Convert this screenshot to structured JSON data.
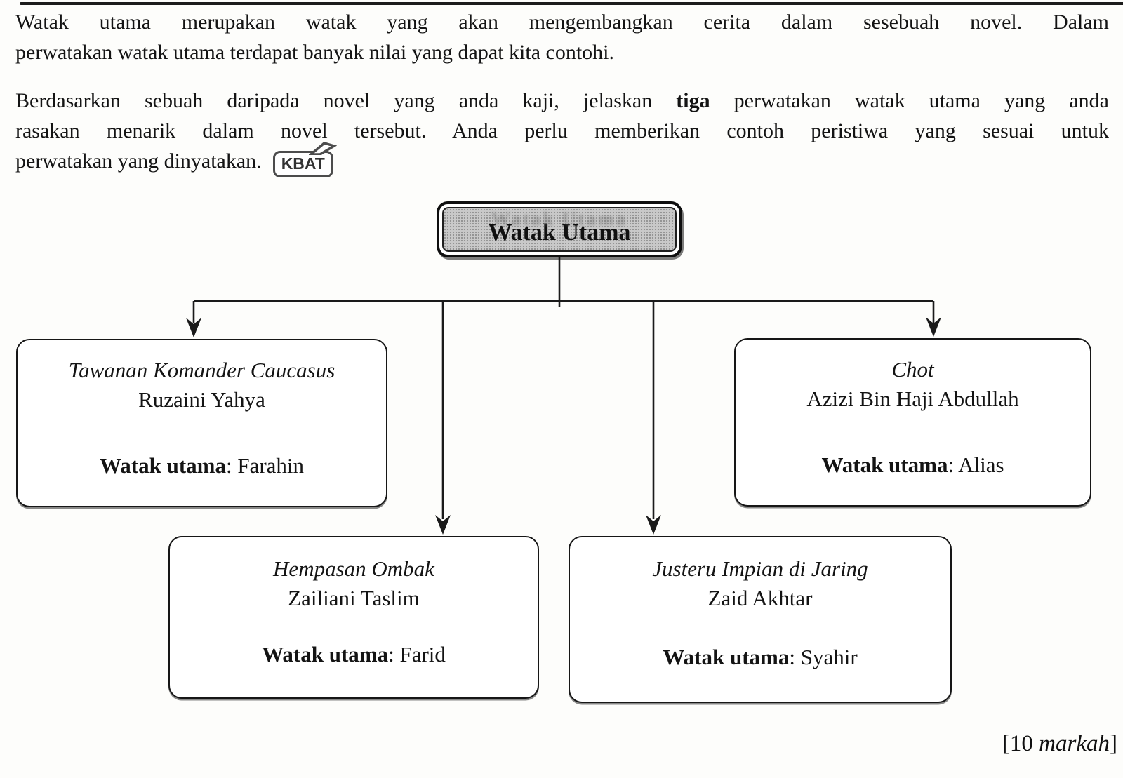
{
  "intro": {
    "para1_line1": "Watak utama merupakan watak yang akan mengembangkan cerita dalam sesebuah novel. Dalam",
    "para1_line2": "perwatakan watak utama terdapat banyak nilai yang dapat kita contohi.",
    "para2_line1_pre": "Berdasarkan sebuah daripada novel yang anda kaji, jelaskan ",
    "para2_line1_bold": "tiga",
    "para2_line1_post": " perwatakan watak utama yang anda",
    "para2_line2": "rasakan menarik dalam novel tersebut. Anda perlu memberikan contoh peristiwa yang sesuai untuk",
    "para2_line3": "perwatakan yang dinyatakan.",
    "kbat_badge": "KBAT"
  },
  "diagram": {
    "root": {
      "label": "Watak Utama"
    },
    "nodes": [
      {
        "title": "Tawanan Komander Caucasus",
        "author": "Ruzaini Yahya",
        "watak_label": "Watak utama",
        "watak_value": ": Farahin"
      },
      {
        "title": "Chot",
        "author": "Azizi Bin Haji Abdullah",
        "watak_label": "Watak utama",
        "watak_value": ": Alias"
      },
      {
        "title": "Hempasan Ombak",
        "author": "Zailiani Taslim",
        "watak_label": "Watak utama",
        "watak_value": ": Farid"
      },
      {
        "title": "Justeru Impian di Jaring",
        "author": "Zaid Akhtar",
        "watak_label": "Watak utama",
        "watak_value": ": Syahir"
      }
    ]
  },
  "footer": {
    "marks_prefix": "[10 ",
    "marks_word": "markah",
    "marks_suffix": "]"
  },
  "icons": {
    "kbat_tail": "speech-bubble-tail",
    "arrows": "down-arrowhead"
  },
  "colors": {
    "ink": "#1a1a1a",
    "root_fill": "#c9c9c9",
    "paper": "#fdfdfb"
  }
}
